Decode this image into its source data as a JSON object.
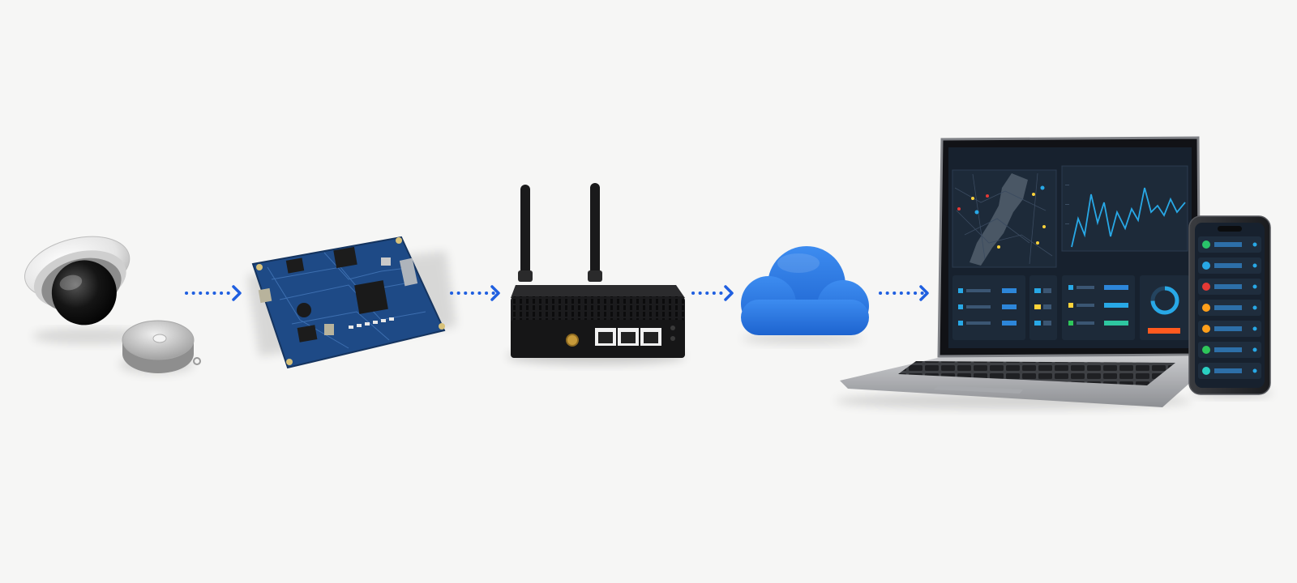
{
  "diagram": {
    "stages": [
      {
        "id": "sensors",
        "icon": "security-camera-icon"
      },
      {
        "id": "controller-board",
        "icon": "circuit-board-icon"
      },
      {
        "id": "gateway",
        "icon": "router-icon"
      },
      {
        "id": "cloud",
        "icon": "cloud-icon"
      },
      {
        "id": "dashboard",
        "icon": "laptop-dashboard-icon"
      }
    ],
    "connectors": [
      {
        "from": "sensors",
        "to": "controller-board",
        "style": "dotted-arrow"
      },
      {
        "from": "controller-board",
        "to": "gateway",
        "style": "dotted-arrow"
      },
      {
        "from": "gateway",
        "to": "cloud",
        "style": "dotted-arrow"
      },
      {
        "from": "cloud",
        "to": "dashboard",
        "style": "dotted-arrow"
      }
    ],
    "colors": {
      "background": "#f6f6f5",
      "arrow": "#1f5fe0",
      "board": "#1e4a86",
      "gateway": "#1b1b1d",
      "cloud": "#2a78e4",
      "screen": "#17212e",
      "accent": "#28a8e6"
    },
    "phone_list_dots": [
      "#29c46a",
      "#28a8e6",
      "#e53935",
      "#ff9f1a",
      "#ff9f1a",
      "#2ec65a",
      "#2ad0c3"
    ]
  }
}
